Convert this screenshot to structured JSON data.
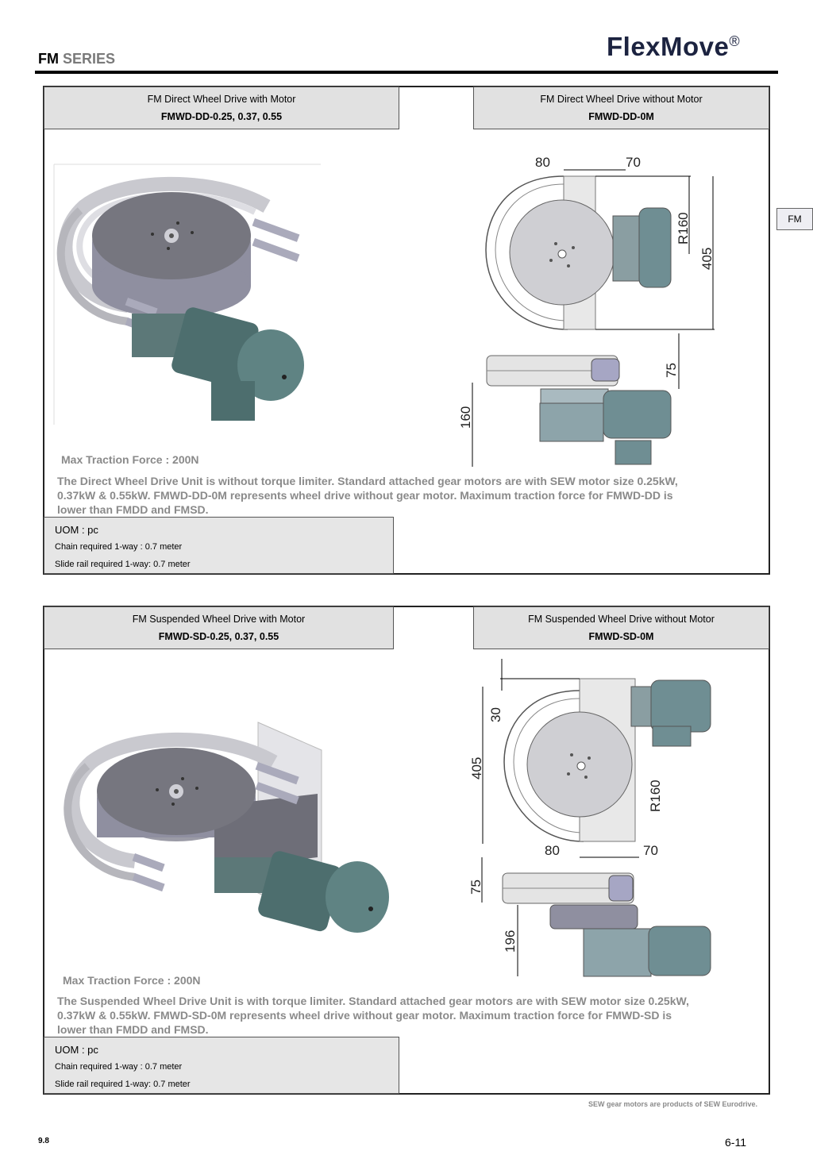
{
  "header": {
    "series_prefix": "FM",
    "series_word": "SERIES",
    "brand": "FlexMove",
    "brand_mark": "®"
  },
  "side_tab": "FM",
  "section1": {
    "left_title": "FM Direct Wheel Drive with Motor",
    "left_code": "FMWD-DD-0.25, 0.37, 0.55",
    "right_title": "FM Direct Wheel  Drive without Motor",
    "right_code": "FMWD-DD-0M",
    "dims": {
      "d80": "80",
      "d70": "70",
      "r160": "R160",
      "d405": "405",
      "d75": "75",
      "d160": "160"
    },
    "traction": "Max Traction Force : 200N",
    "desc1": "The Direct Wheel Drive Unit is without torque limiter. Standard attached gear motors are with SEW motor size 0.25kW,",
    "desc2": "0.37kW & 0.55kW. FMWD-DD-0M represents wheel drive without gear motor. Maximum traction force for FMWD-DD is",
    "desc3": "lower than FMDD and FMSD.",
    "uom": "UOM : pc",
    "chain": "Chain required 1-way : 0.7 meter",
    "slide": "Slide rail required 1-way:  0.7 meter"
  },
  "section2": {
    "left_title": "FM Suspended Wheel Drive with Motor",
    "left_code": "FMWD-SD-0.25, 0.37, 0.55",
    "right_title": "FM Suspended Wheel Drive without Motor",
    "right_code": "FMWD-SD-0M",
    "dims": {
      "d30": "30",
      "d405": "405",
      "r160": "R160",
      "d80": "80",
      "d70": "70",
      "d75": "75",
      "d196": "196"
    },
    "traction": "Max Traction Force : 200N",
    "desc1": "The Suspended Wheel Drive Unit is with torque limiter. Standard attached gear motors are with SEW motor size 0.25kW,",
    "desc2": "0.37kW & 0.55kW. FMWD-SD-0M represents wheel drive without  gear motor. Maximum traction force for FMWD-SD is",
    "desc3": "lower than FMDD and FMSD.",
    "uom": "UOM : pc",
    "chain": "Chain required 1-way : 0.7 meter",
    "slide": "Slide rail required 1-way:  0.7 meter"
  },
  "footer": {
    "note": "SEW gear motors are products of SEW Eurodrive.",
    "page_left": "9.8",
    "page_right": "6-11"
  },
  "colors": {
    "header_box": "#e1e1e1",
    "muted_text": "#8a8a8a",
    "motor": "#4d6e6e",
    "disk": "#7c7c86",
    "brand": "#1c2340"
  }
}
